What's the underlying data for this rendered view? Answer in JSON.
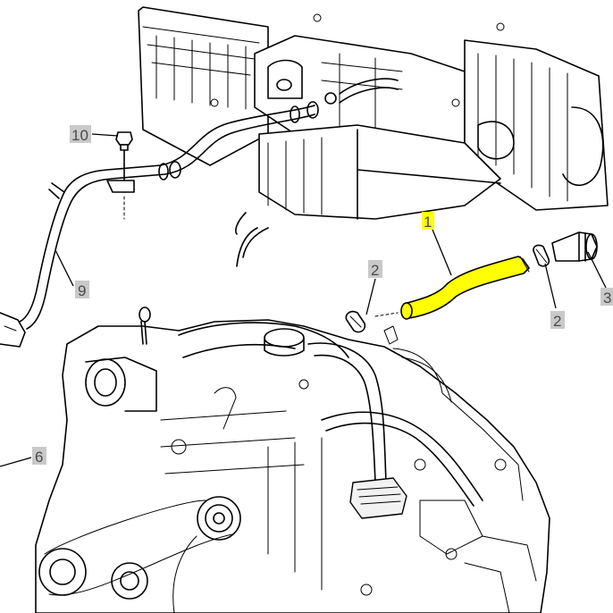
{
  "callouts": {
    "c1": "1",
    "c2a": "2",
    "c2b": "2",
    "c3": "3",
    "c6": "6",
    "c9": "9",
    "c10": "10"
  },
  "colors": {
    "highlight": "#ffff00",
    "callout_bg": "#c9c9c9",
    "line": "#000000"
  }
}
